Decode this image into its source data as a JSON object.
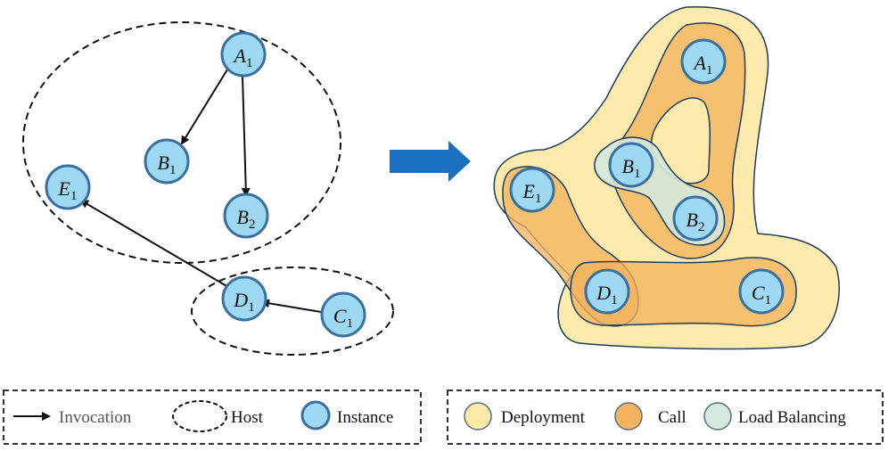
{
  "colors": {
    "instance_fill": "#9fd8f3",
    "instance_stroke": "#3a6f9f",
    "deployment_fill": "#fde9a8",
    "call_fill": "#f3b25e",
    "load_balancing_fill": "#d4e8dc",
    "transform_arrow": "#1a6fc0"
  },
  "left_graph": {
    "nodes": [
      {
        "letter": "A",
        "sub": "1"
      },
      {
        "letter": "B",
        "sub": "1"
      },
      {
        "letter": "B",
        "sub": "2"
      },
      {
        "letter": "E",
        "sub": "1"
      },
      {
        "letter": "D",
        "sub": "1"
      },
      {
        "letter": "C",
        "sub": "1"
      }
    ],
    "edges": [
      [
        "A1",
        "B1"
      ],
      [
        "A1",
        "B2"
      ],
      [
        "D1",
        "E1"
      ],
      [
        "C1",
        "D1"
      ]
    ],
    "hosts": [
      [
        "A1",
        "B1",
        "B2",
        "E1"
      ],
      [
        "D1",
        "C1"
      ]
    ]
  },
  "right_graph": {
    "nodes": [
      {
        "letter": "A",
        "sub": "1"
      },
      {
        "letter": "B",
        "sub": "1"
      },
      {
        "letter": "B",
        "sub": "2"
      },
      {
        "letter": "E",
        "sub": "1"
      },
      {
        "letter": "D",
        "sub": "1"
      },
      {
        "letter": "C",
        "sub": "1"
      }
    ]
  },
  "legend_left": {
    "invocation": "Invocation",
    "host": "Host",
    "instance": "Instance"
  },
  "legend_right": {
    "deployment": "Deployment",
    "call": "Call",
    "load_balancing": "Load Balancing"
  }
}
